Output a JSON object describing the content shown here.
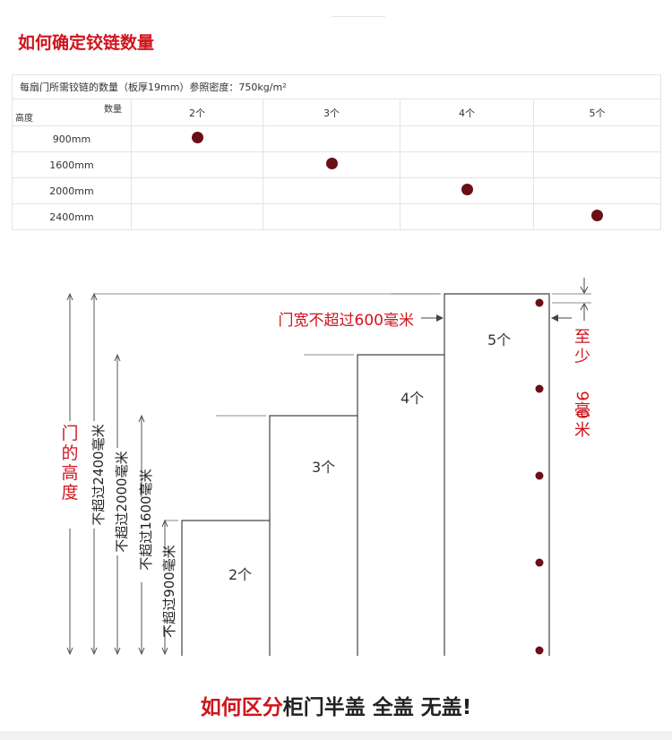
{
  "title": "如何确定铰链数量",
  "table": {
    "caption": "每扇门所需铰链的数量（板厚19mm）参照密度：750kg/m²",
    "corner_top": "数量",
    "corner_bottom": "高度",
    "columns": [
      "2个",
      "3个",
      "4个",
      "5个"
    ],
    "rows": [
      {
        "height": "900mm",
        "hinges": 2
      },
      {
        "height": "1600mm",
        "hinges": 3
      },
      {
        "height": "2000mm",
        "hinges": 4
      },
      {
        "height": "2400mm",
        "hinges": 5
      }
    ],
    "dot_color": "#6b0f16"
  },
  "diagram": {
    "doors": [
      {
        "label": "2个",
        "hinge_count": 2,
        "max_height_mm": 900
      },
      {
        "label": "3个",
        "hinge_count": 3,
        "max_height_mm": 1600
      },
      {
        "label": "4个",
        "hinge_count": 4,
        "max_height_mm": 2000
      },
      {
        "label": "5个",
        "hinge_count": 5,
        "max_height_mm": 2400
      }
    ],
    "height_axis_label": "门的高度",
    "height_limits": [
      "不超过2400毫米",
      "不超过2000毫米",
      "不超过1600毫米",
      "不超过900毫米"
    ],
    "width_note": "门宽不超过600毫米",
    "spacing_note": "至少90毫米",
    "accent_color": "#d0141d"
  },
  "bottom": {
    "red_text": "如何区分",
    "dark_text": "柜门半盖  全盖  无盖!"
  }
}
